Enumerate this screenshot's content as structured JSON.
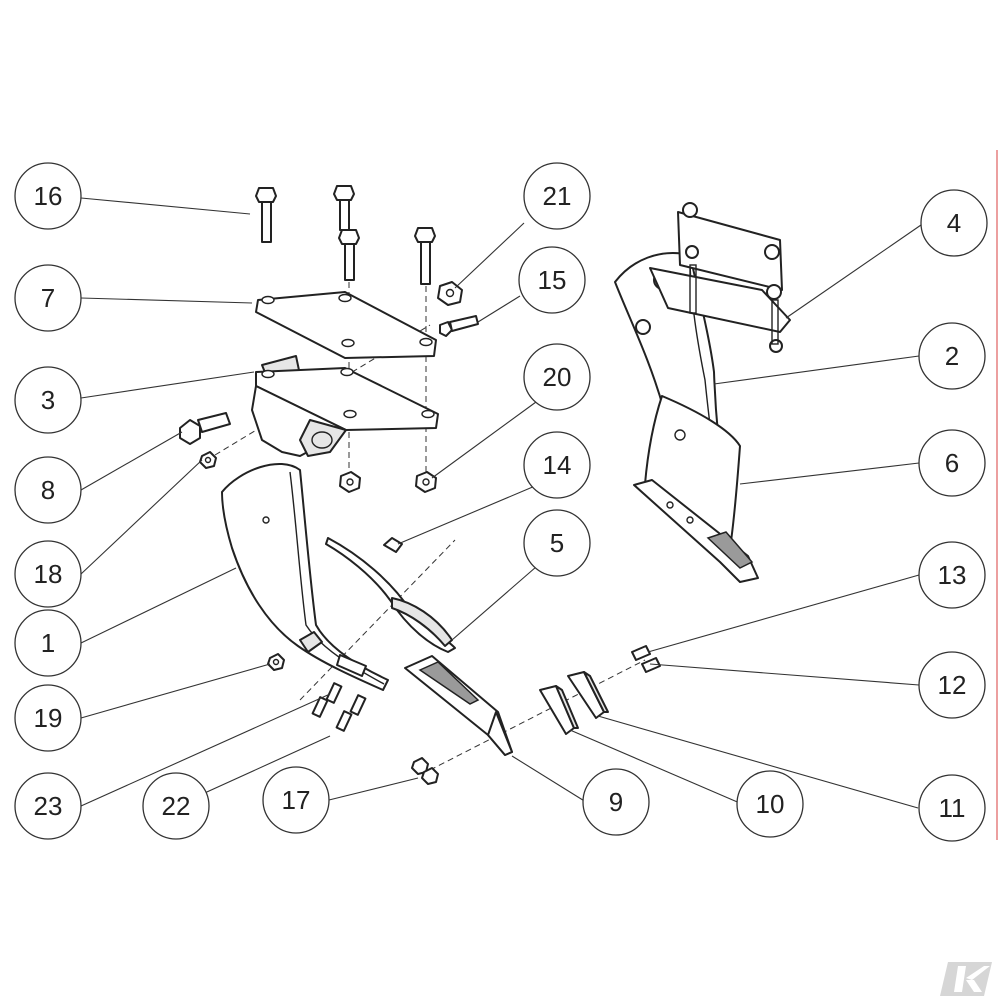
{
  "balloons": [
    {
      "id": "16",
      "label": "16"
    },
    {
      "id": "7",
      "label": "7"
    },
    {
      "id": "3",
      "label": "3"
    },
    {
      "id": "8",
      "label": "8"
    },
    {
      "id": "18",
      "label": "18"
    },
    {
      "id": "1",
      "label": "1"
    },
    {
      "id": "19",
      "label": "19"
    },
    {
      "id": "23",
      "label": "23"
    },
    {
      "id": "22",
      "label": "22"
    },
    {
      "id": "17",
      "label": "17"
    },
    {
      "id": "9",
      "label": "9"
    },
    {
      "id": "10",
      "label": "10"
    },
    {
      "id": "11",
      "label": "11"
    },
    {
      "id": "12",
      "label": "12"
    },
    {
      "id": "13",
      "label": "13"
    },
    {
      "id": "6",
      "label": "6"
    },
    {
      "id": "2",
      "label": "2"
    },
    {
      "id": "4",
      "label": "4"
    },
    {
      "id": "21",
      "label": "21"
    },
    {
      "id": "15",
      "label": "15"
    },
    {
      "id": "20",
      "label": "20"
    },
    {
      "id": "14",
      "label": "14"
    },
    {
      "id": "5",
      "label": "5"
    }
  ],
  "logo": {
    "icon": "k-brand-logo",
    "text": "K"
  }
}
